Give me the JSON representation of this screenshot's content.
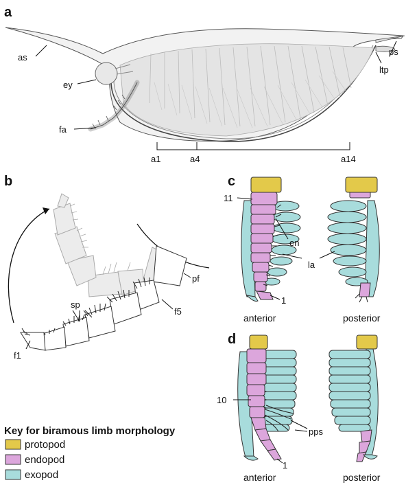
{
  "panels": {
    "a": "a",
    "b": "b",
    "c": "c",
    "d": "d"
  },
  "labels_a": {
    "as": "as",
    "ey": "ey",
    "fa": "fa",
    "ps": "ps",
    "ltp": "ltp",
    "a1": "a1",
    "a4": "a4",
    "a14": "a14"
  },
  "labels_b": {
    "sp": "sp",
    "pf": "pf",
    "f5": "f5",
    "f1": "f1"
  },
  "labels_c": {
    "n11": "11",
    "en": "en",
    "la": "la",
    "n1": "1",
    "anterior": "anterior",
    "posterior": "posterior"
  },
  "labels_d": {
    "n10": "10",
    "pps": "pps",
    "n1": "1",
    "anterior": "anterior",
    "posterior": "posterior"
  },
  "key": {
    "title": "Key for biramous limb morphology",
    "items": [
      {
        "label": "protopod",
        "color": "#e3c94a"
      },
      {
        "label": "endopod",
        "color": "#dca6dc"
      },
      {
        "label": "exopod",
        "color": "#a8dcdc"
      }
    ]
  }
}
